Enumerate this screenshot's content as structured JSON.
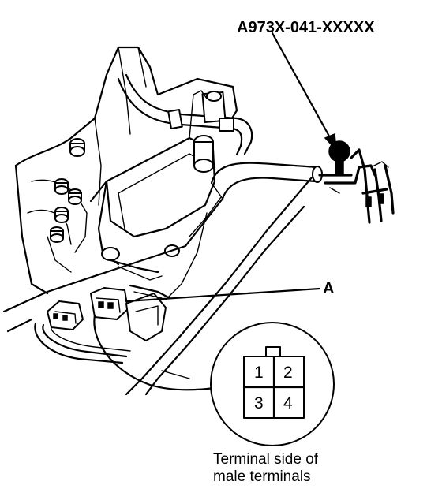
{
  "diagram": {
    "tool_label": "A973X-041-XXXXX",
    "connector_label": "A",
    "connector_pins": [
      "1",
      "2",
      "3",
      "4"
    ],
    "caption_line1": "Terminal side of",
    "caption_line2": "male terminals"
  }
}
